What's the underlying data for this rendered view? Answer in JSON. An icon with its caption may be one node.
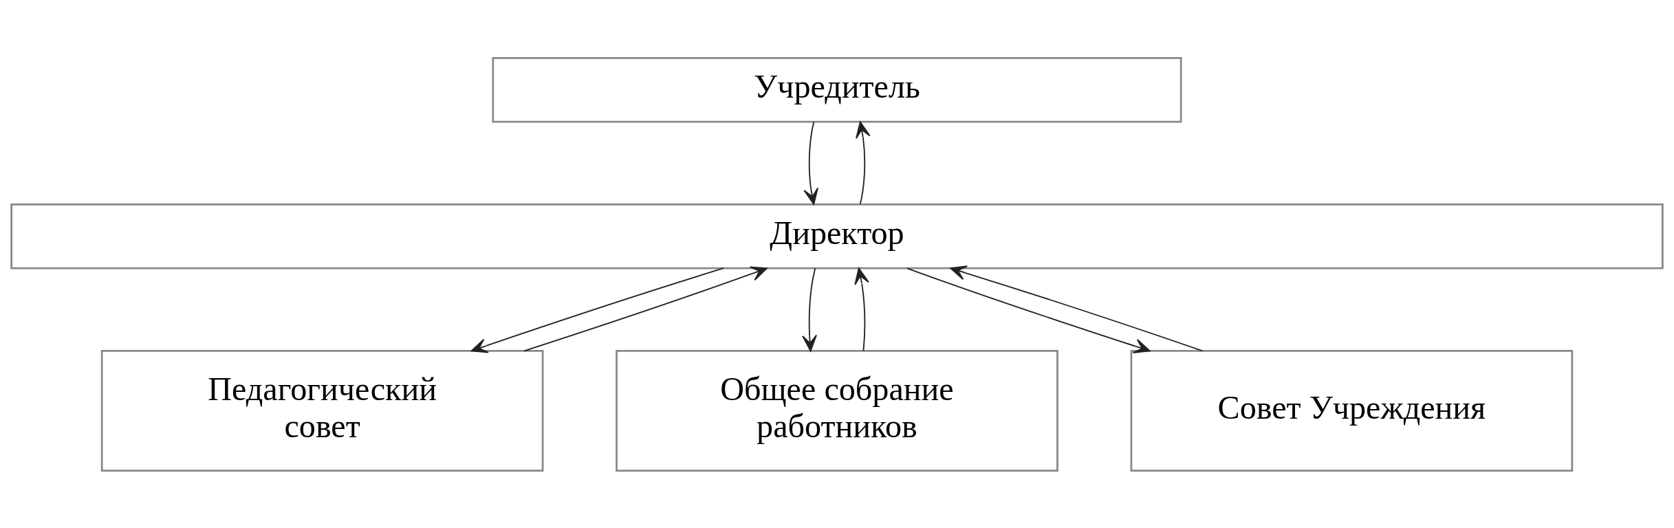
{
  "diagram": {
    "nodes": [
      {
        "text": [
          "Учредитель"
        ]
      },
      {
        "text": [
          "Директор"
        ]
      },
      {
        "text": [
          "Педагогический совет"
        ]
      },
      {
        "text": [
          "Общее собрание работников"
        ]
      },
      {
        "text": [
          "Совет Учреждения"
        ]
      }
    ],
    "edges": [
      {
        "from": 0,
        "to": 1,
        "arrow": "to"
      },
      {
        "from": 1,
        "to": 0,
        "arrow": "to"
      },
      {
        "from": 1,
        "to": 2,
        "arrow": "to"
      },
      {
        "from": 2,
        "to": 1,
        "arrow": "to"
      },
      {
        "from": 1,
        "to": 3,
        "arrow": "to"
      },
      {
        "from": 3,
        "to": 1,
        "arrow": "to"
      },
      {
        "from": 1,
        "to": 4,
        "arrow": "to"
      },
      {
        "from": 4,
        "to": 1,
        "arrow": "to"
      }
    ]
  }
}
